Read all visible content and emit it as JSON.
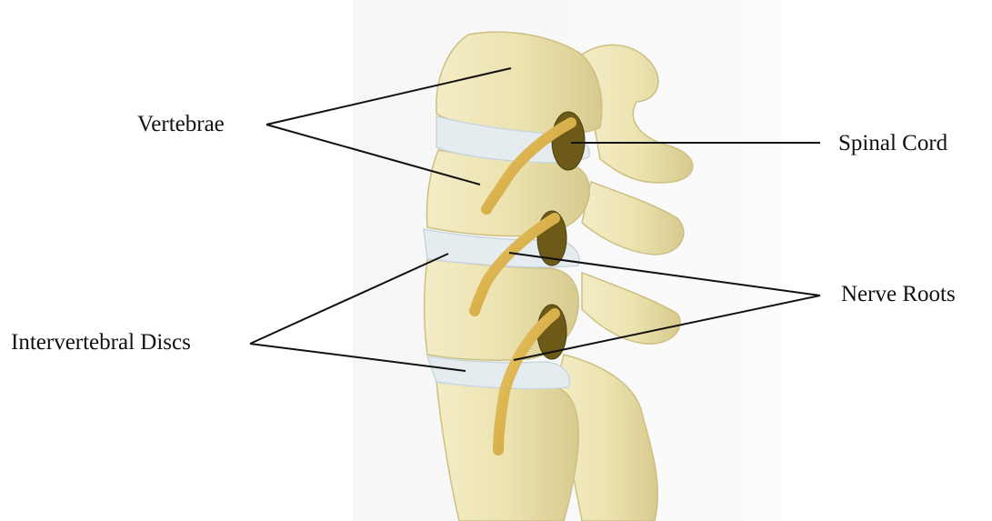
{
  "labels": {
    "vertebrae": "Vertebrae",
    "spinal_cord": "Spinal Cord",
    "nerve_roots": "Nerve Roots",
    "intervertebral_discs": "Intervertebral Discs"
  },
  "colors": {
    "bone": "#ece3b0",
    "bone_shadow": "#cdbf82",
    "disc": "#e4ecf0",
    "nerve": "#d9b048",
    "canal": "#6e5a18",
    "leader_line": "#111111"
  }
}
